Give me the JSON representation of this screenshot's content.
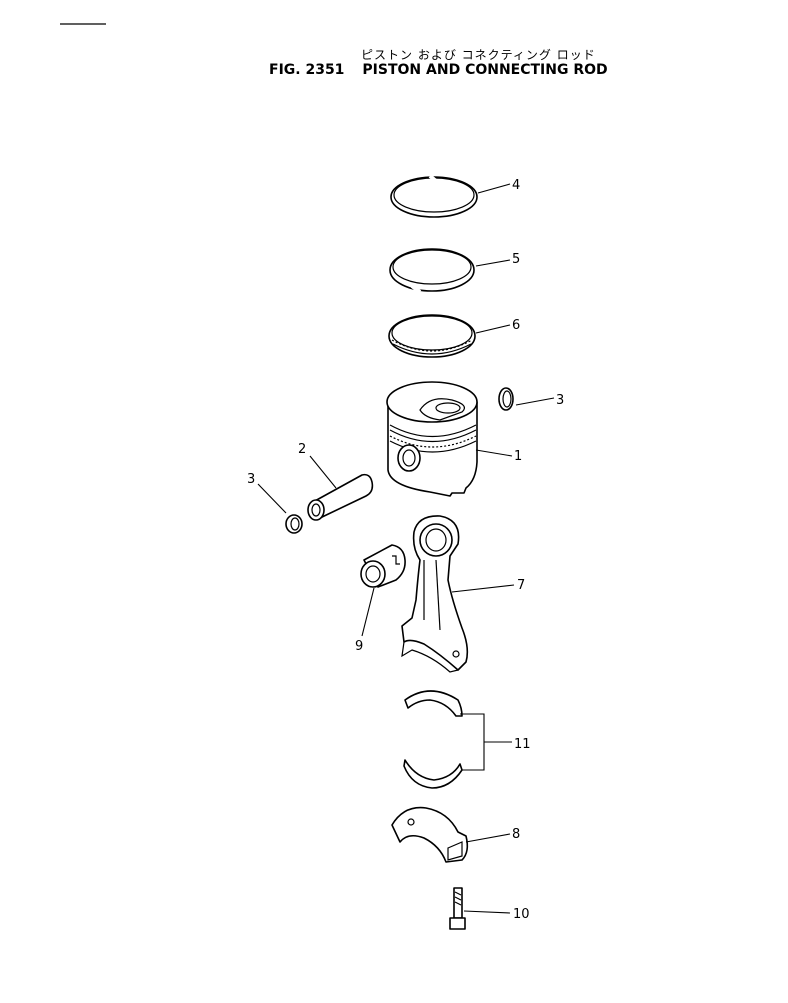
{
  "title": {
    "japanese": "ピストン および コネクティング ロッド",
    "figure_number": "FIG. 2351",
    "english": "PISTON AND CONNECTING ROD"
  },
  "callouts": [
    "4",
    "5",
    "6",
    "3",
    "1",
    "2",
    "3",
    "7",
    "9",
    "11",
    "8",
    "10"
  ],
  "parts": [
    "piston",
    "piston-pin",
    "snap-ring",
    "top-ring",
    "second-ring",
    "oil-ring",
    "connecting-rod",
    "rod-cap",
    "bushing",
    "rod-bolt",
    "bearing-shells"
  ]
}
